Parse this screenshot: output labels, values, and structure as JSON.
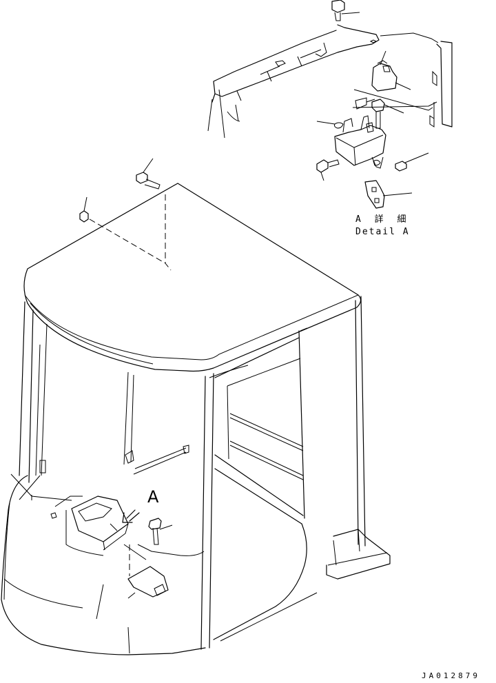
{
  "view_label": "A",
  "detail": {
    "title_jp": "A 詳 細",
    "title_en": "Detail A"
  },
  "drawing_number": "JA012879"
}
